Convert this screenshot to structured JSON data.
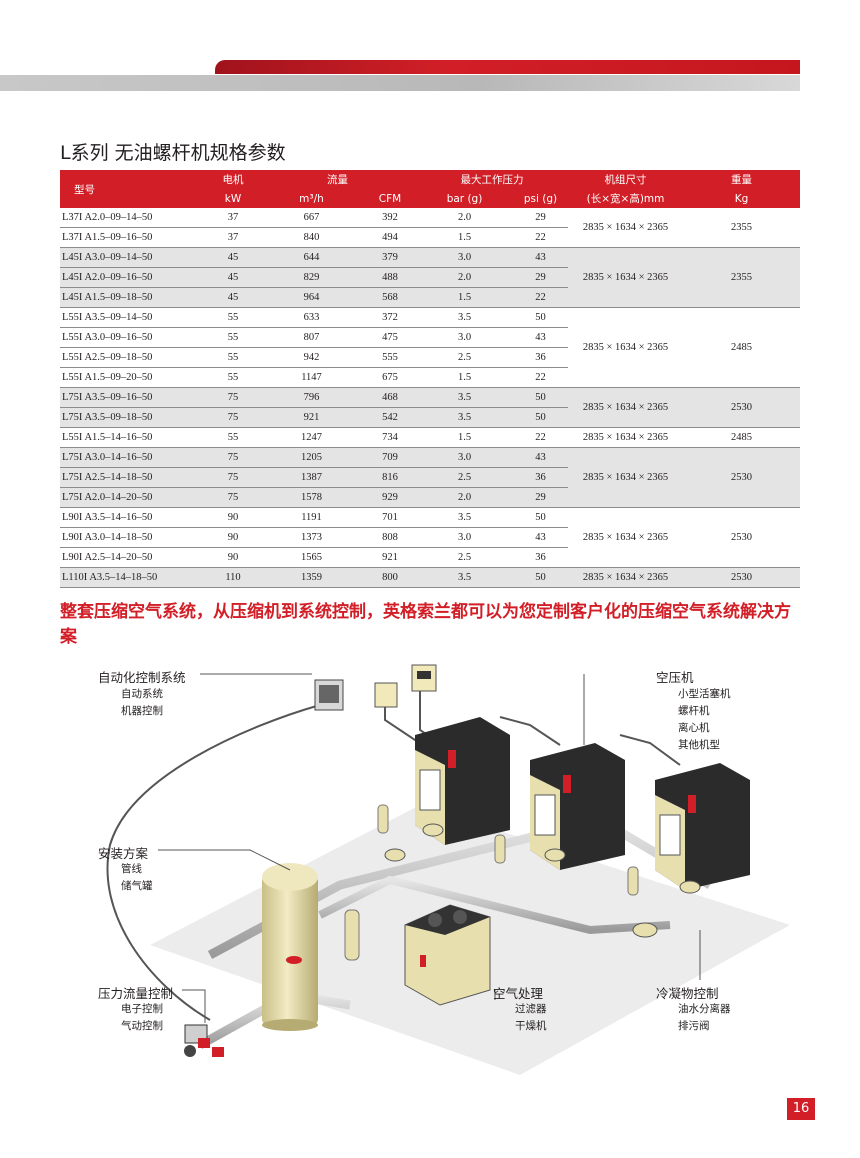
{
  "header": {
    "title": "L系列 无油螺杆机规格参数"
  },
  "table": {
    "headers": {
      "model": "型号",
      "motor": "电机",
      "flow": "流量",
      "pressure": "最大工作压力",
      "dimension": "机组尺寸",
      "weight": "重量",
      "kw": "kW",
      "m3h": "m³/h",
      "cfm": "CFM",
      "bar": "bar (g)",
      "psi": "psi (g)",
      "dim_unit": "(长×宽×高)mm",
      "kg": "Kg"
    },
    "rows": [
      {
        "model": "L37I A2.0–09–14–50",
        "kw": "37",
        "m3h": "667",
        "cfm": "392",
        "bar": "2.0",
        "psi": "29"
      },
      {
        "model": "L37I A1.5–09–16–50",
        "kw": "37",
        "m3h": "840",
        "cfm": "494",
        "bar": "1.5",
        "psi": "22"
      },
      {
        "model": "L45I A3.0–09–14–50",
        "kw": "45",
        "m3h": "644",
        "cfm": "379",
        "bar": "3.0",
        "psi": "43"
      },
      {
        "model": "L45I A2.0–09–16–50",
        "kw": "45",
        "m3h": "829",
        "cfm": "488",
        "bar": "2.0",
        "psi": "29"
      },
      {
        "model": "L45I A1.5–09–18–50",
        "kw": "45",
        "m3h": "964",
        "cfm": "568",
        "bar": "1.5",
        "psi": "22"
      },
      {
        "model": "L55I A3.5–09–14–50",
        "kw": "55",
        "m3h": "633",
        "cfm": "372",
        "bar": "3.5",
        "psi": "50"
      },
      {
        "model": "L55I A3.0–09–16–50",
        "kw": "55",
        "m3h": "807",
        "cfm": "475",
        "bar": "3.0",
        "psi": "43"
      },
      {
        "model": "L55I A2.5–09–18–50",
        "kw": "55",
        "m3h": "942",
        "cfm": "555",
        "bar": "2.5",
        "psi": "36"
      },
      {
        "model": "L55I A1.5–09–20–50",
        "kw": "55",
        "m3h": "1147",
        "cfm": "675",
        "bar": "1.5",
        "psi": "22"
      },
      {
        "model": "L75I A3.5–09–16–50",
        "kw": "75",
        "m3h": "796",
        "cfm": "468",
        "bar": "3.5",
        "psi": "50"
      },
      {
        "model": "L75I A3.5–09–18–50",
        "kw": "75",
        "m3h": "921",
        "cfm": "542",
        "bar": "3.5",
        "psi": "50"
      },
      {
        "model": "L55I A1.5–14–16–50",
        "kw": "55",
        "m3h": "1247",
        "cfm": "734",
        "bar": "1.5",
        "psi": "22"
      },
      {
        "model": "L75I A3.0–14–16–50",
        "kw": "75",
        "m3h": "1205",
        "cfm": "709",
        "bar": "3.0",
        "psi": "43"
      },
      {
        "model": "L75I A2.5–14–18–50",
        "kw": "75",
        "m3h": "1387",
        "cfm": "816",
        "bar": "2.5",
        "psi": "36"
      },
      {
        "model": "L75I A2.0–14–20–50",
        "kw": "75",
        "m3h": "1578",
        "cfm": "929",
        "bar": "2.0",
        "psi": "29"
      },
      {
        "model": "L90I A3.5–14–16–50",
        "kw": "90",
        "m3h": "1191",
        "cfm": "701",
        "bar": "3.5",
        "psi": "50"
      },
      {
        "model": "L90I A3.0–14–18–50",
        "kw": "90",
        "m3h": "1373",
        "cfm": "808",
        "bar": "3.0",
        "psi": "43"
      },
      {
        "model": "L90I A2.5–14–20–50",
        "kw": "90",
        "m3h": "1565",
        "cfm": "921",
        "bar": "2.5",
        "psi": "36"
      },
      {
        "model": "L110I A3.5–14–18–50",
        "kw": "110",
        "m3h": "1359",
        "cfm": "800",
        "bar": "3.5",
        "psi": "50"
      }
    ],
    "groups": [
      {
        "dimension": "2835 × 1634 × 2365",
        "weight": "2355"
      },
      {
        "dimension": "2835 × 1634 × 2365",
        "weight": "2355"
      },
      {
        "dimension": "2835 × 1634 × 2365",
        "weight": "2485"
      },
      {
        "dimension": "2835 × 1634 × 2365",
        "weight": "2530"
      },
      {
        "dimension": "2835 × 1634 × 2365",
        "weight": "2485"
      },
      {
        "dimension": "2835 × 1634 × 2365",
        "weight": "2530"
      },
      {
        "dimension": "2835 × 1634 × 2365",
        "weight": "2530"
      },
      {
        "dimension": "2835 × 1634 × 2365",
        "weight": "2530"
      }
    ]
  },
  "headline": "整套压缩空气系统，从压缩机到系统控制，英格索兰都可以为您定制客户化的压缩空气系统解决方案",
  "diagram": {
    "automation": {
      "title": "自动化控制系统",
      "items": [
        "自动系统",
        "机器控制"
      ]
    },
    "install": {
      "title": "安装方案",
      "items": [
        "管线",
        "储气罐"
      ]
    },
    "pressure": {
      "title": "压力流量控制",
      "items": [
        "电子控制",
        "气动控制"
      ]
    },
    "compressor": {
      "title": "空压机",
      "items": [
        "小型活塞机",
        "螺杆机",
        "离心机",
        "其他机型"
      ]
    },
    "air": {
      "title": "空气处理",
      "items": [
        "过滤器",
        "干燥机"
      ]
    },
    "condensate": {
      "title": "冷凝物控制",
      "items": [
        "油水分离器",
        "排污阀"
      ]
    }
  },
  "colors": {
    "accent": "#d21f27",
    "row_alt": "#e4e4e5",
    "machine": "#e8dfae"
  },
  "page_number": "16"
}
